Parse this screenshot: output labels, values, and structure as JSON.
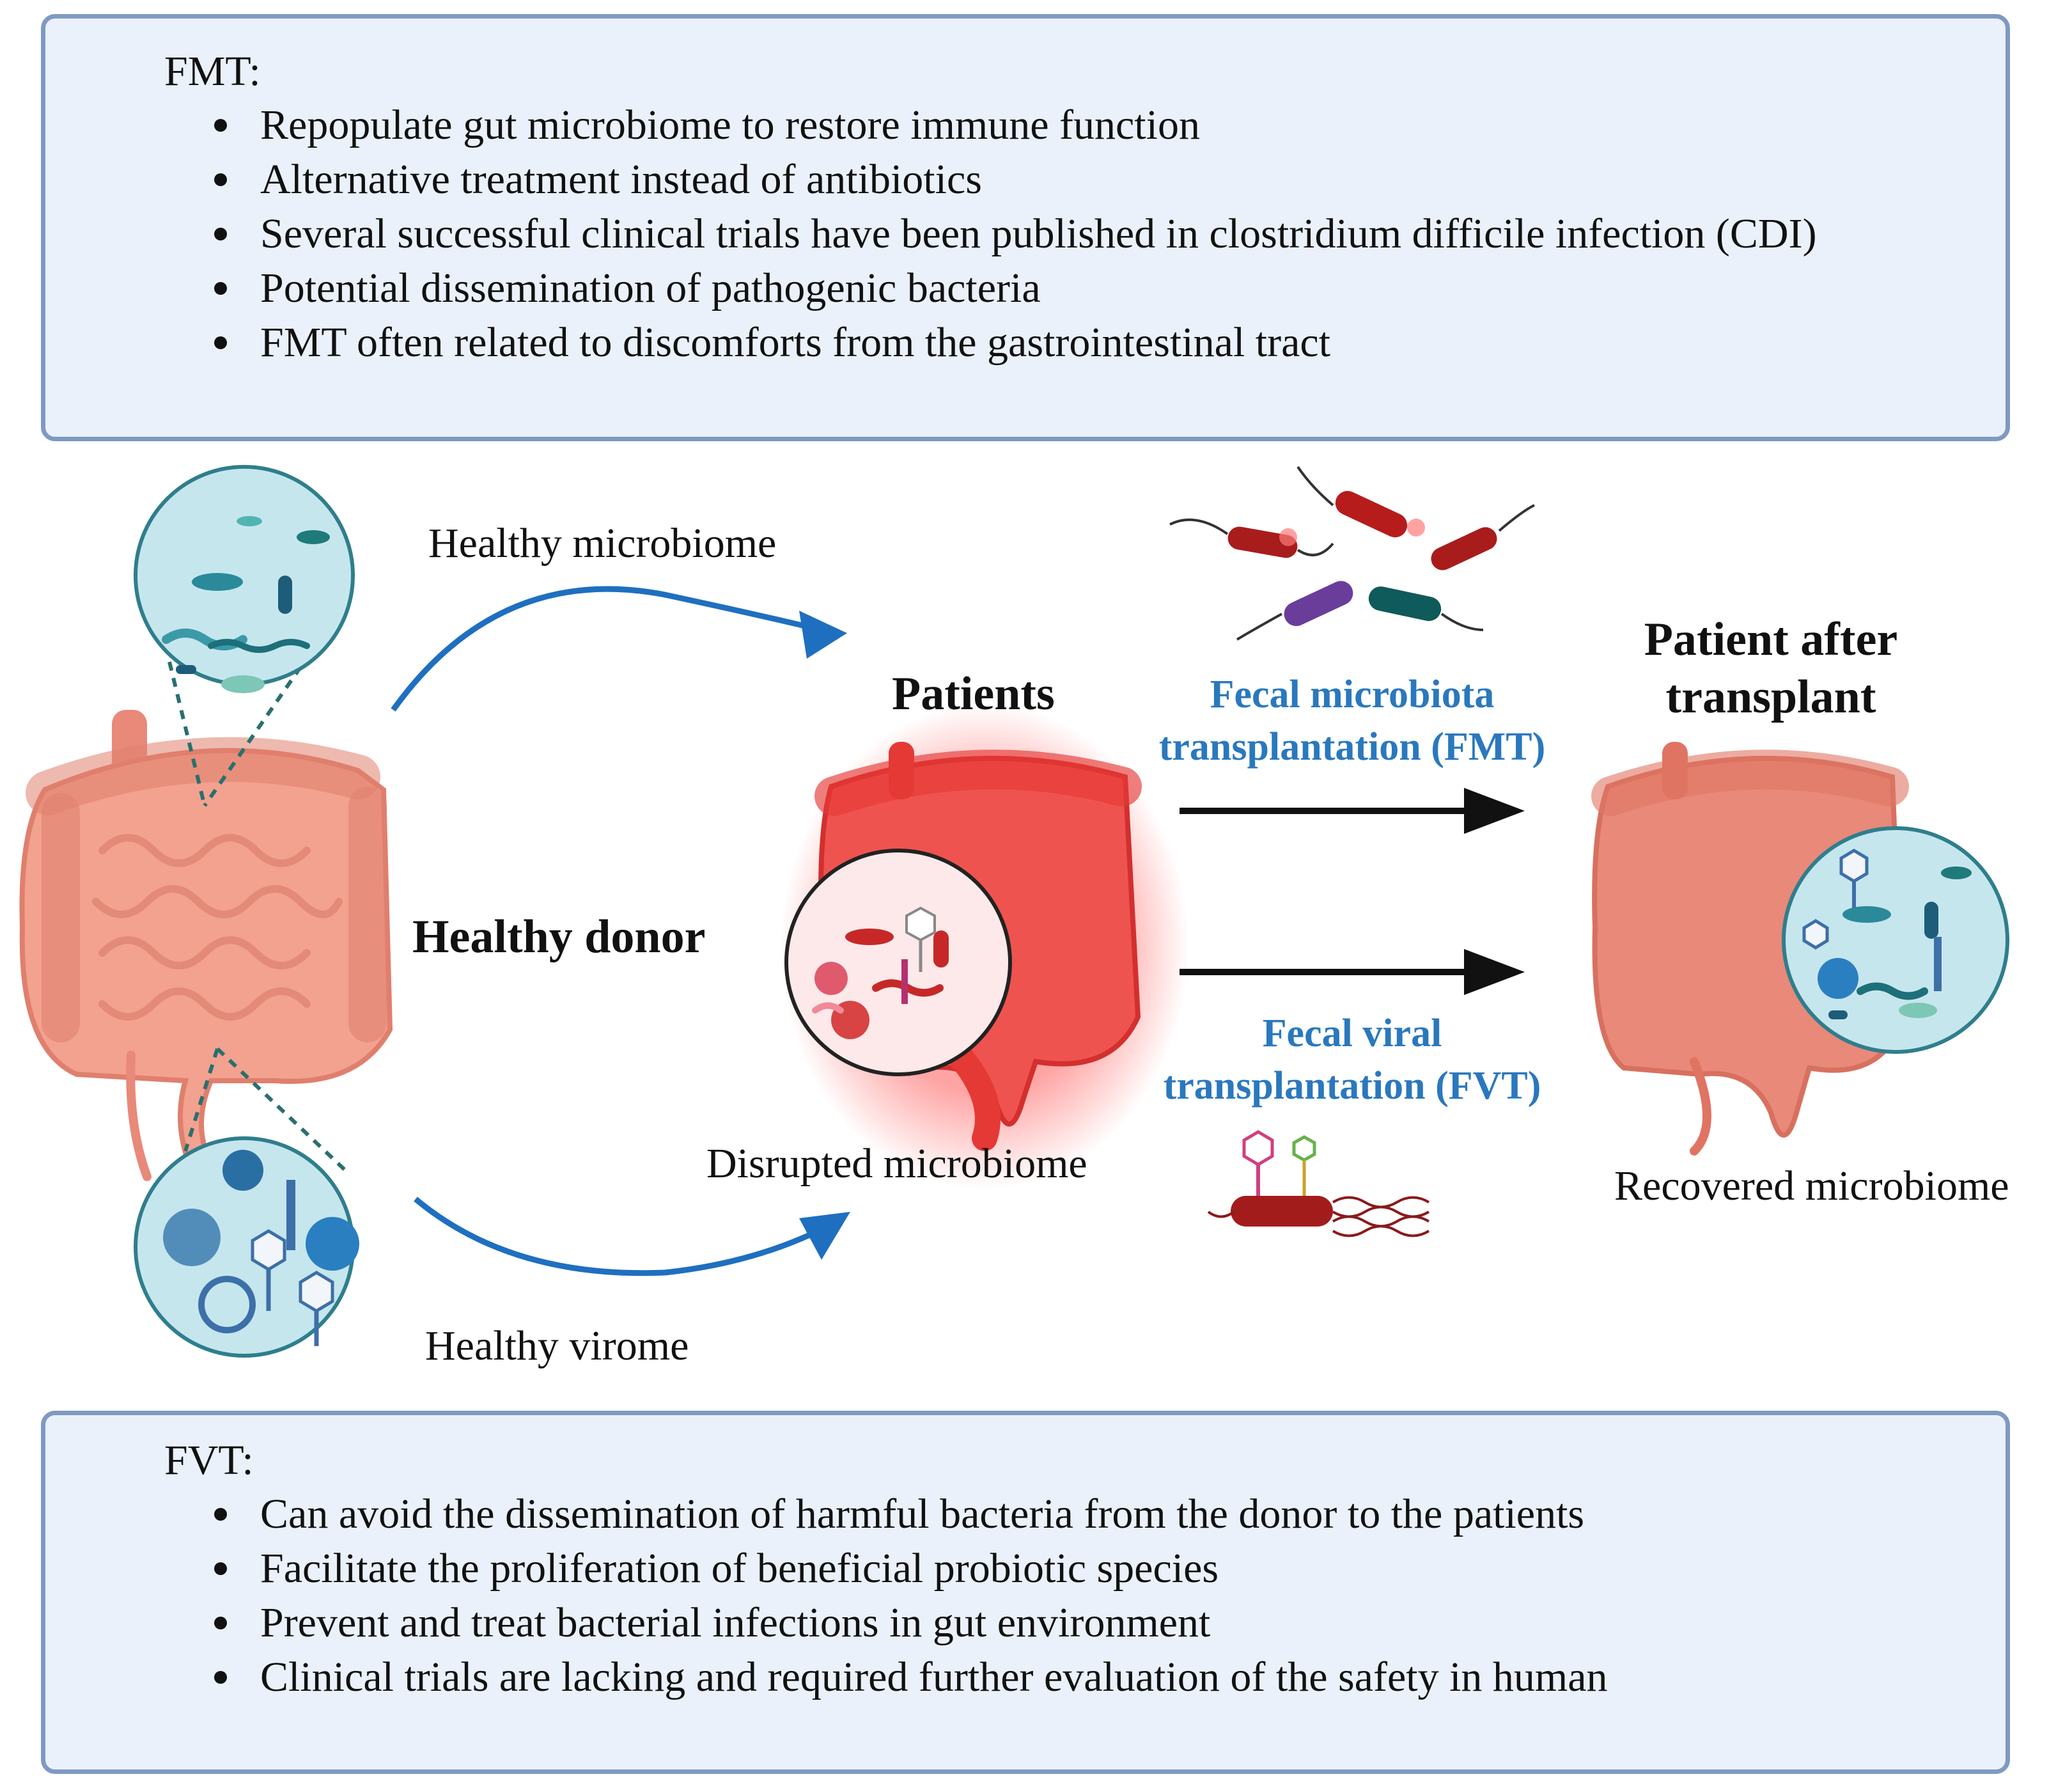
{
  "fmt_box": {
    "title": "FMT:",
    "items": [
      "Repopulate gut microbiome to restore immune function",
      "Alternative treatment instead of antibiotics",
      "Several successful clinical trials have been published in clostridium difficile infection (CDI)",
      "Potential dissemination of pathogenic bacteria",
      "FMT often related to discomforts from the gastrointestinal tract"
    ]
  },
  "fvt_box": {
    "title": "FVT:",
    "items": [
      "Can avoid the dissemination of harmful bacteria from the donor to the patients",
      "Facilitate the proliferation of beneficial probiotic species",
      "Prevent and treat bacterial infections in gut environment",
      "Clinical trials are lacking and required further evaluation of the safety in human"
    ]
  },
  "labels": {
    "healthy_microbiome": "Healthy microbiome",
    "healthy_donor": "Healthy donor",
    "healthy_virome": "Healthy virome",
    "patients": "Patients",
    "disrupted_microbiome": "Disrupted microbiome",
    "fmt_line1": "Fecal microbiota",
    "fmt_line2": "transplantation (FMT)",
    "fvt_line1": "Fecal viral",
    "fvt_line2": "transplantation (FVT)",
    "after_line1": "Patient after",
    "after_line2": "transplant",
    "recovered_microbiome": "Recovered microbiome"
  },
  "colors": {
    "panel_fill": "#eaf1fb",
    "panel_border": "#7f99c2",
    "accent_blue": "#2a78bd",
    "arrow_blue": "#1f6fc0",
    "intestine_healthy": "#f2a28f",
    "intestine_inflamed": "#ef5350",
    "bacteria_red": "#b71c1c"
  }
}
